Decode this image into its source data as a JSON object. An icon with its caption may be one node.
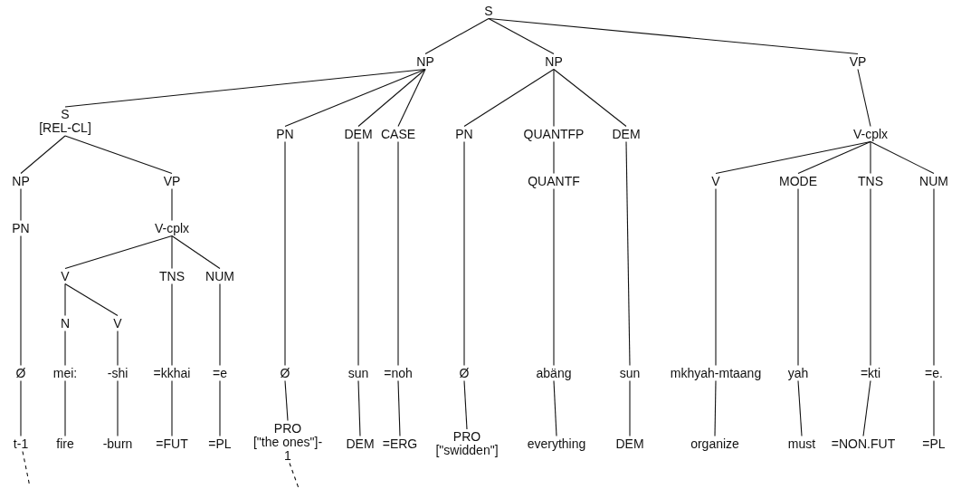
{
  "diagram": {
    "nodes": [
      {
        "text": [
          "S"
        ]
      },
      {
        "text": [
          "NP"
        ]
      },
      {
        "text": [
          "NP"
        ]
      },
      {
        "text": [
          "VP"
        ]
      },
      {
        "text": [
          "S",
          "[REL-CL]"
        ]
      },
      {
        "text": [
          "PN"
        ]
      },
      {
        "text": [
          "DEM"
        ]
      },
      {
        "text": [
          "CASE"
        ]
      },
      {
        "text": [
          "PN"
        ]
      },
      {
        "text": [
          "QUANTFP"
        ]
      },
      {
        "text": [
          "DEM"
        ]
      },
      {
        "text": [
          "V-cplx"
        ]
      },
      {
        "text": [
          "NP"
        ]
      },
      {
        "text": [
          "VP"
        ]
      },
      {
        "text": [
          "QUANTF"
        ]
      },
      {
        "text": [
          "V"
        ]
      },
      {
        "text": [
          "MODE"
        ]
      },
      {
        "text": [
          "TNS"
        ]
      },
      {
        "text": [
          "NUM"
        ]
      },
      {
        "text": [
          "PN"
        ]
      },
      {
        "text": [
          "V-cplx"
        ]
      },
      {
        "text": [
          "V"
        ]
      },
      {
        "text": [
          "TNS"
        ]
      },
      {
        "text": [
          "NUM"
        ]
      },
      {
        "text": [
          "N"
        ]
      },
      {
        "text": [
          "V"
        ]
      },
      {
        "text": [
          "Ø"
        ]
      },
      {
        "text": [
          "mei:"
        ]
      },
      {
        "text": [
          "-shi"
        ]
      },
      {
        "text": [
          "=kkhai"
        ]
      },
      {
        "text": [
          "=e"
        ]
      },
      {
        "text": [
          "Ø"
        ]
      },
      {
        "text": [
          "sun"
        ]
      },
      {
        "text": [
          "=noh"
        ]
      },
      {
        "text": [
          "Ø"
        ]
      },
      {
        "text": [
          "abäng"
        ]
      },
      {
        "text": [
          "sun"
        ]
      },
      {
        "text": [
          "mkhyah-mtaang"
        ]
      },
      {
        "text": [
          "yah"
        ]
      },
      {
        "text": [
          "=kti"
        ]
      },
      {
        "text": [
          "=e."
        ]
      },
      {
        "text": [
          "t-1"
        ]
      },
      {
        "text": [
          "fire"
        ]
      },
      {
        "text": [
          "-burn"
        ]
      },
      {
        "text": [
          "=FUT"
        ]
      },
      {
        "text": [
          "=PL"
        ]
      },
      {
        "text": [
          "PRO",
          "[\"the ones\"]-",
          "1"
        ]
      },
      {
        "text": [
          "DEM"
        ]
      },
      {
        "text": [
          "=ERG"
        ]
      },
      {
        "text": [
          "PRO",
          "[\"swidden\"]"
        ]
      },
      {
        "text": [
          "everything"
        ]
      },
      {
        "text": [
          "DEM"
        ]
      },
      {
        "text": [
          "organize"
        ]
      },
      {
        "text": [
          "must"
        ]
      },
      {
        "text": [
          "=NON.FUT"
        ]
      },
      {
        "text": [
          "=PL"
        ]
      }
    ],
    "edges": [
      {
        "from": 0,
        "to": 1,
        "arrow": "none"
      },
      {
        "from": 0,
        "to": 2,
        "arrow": "none"
      },
      {
        "from": 0,
        "to": 3,
        "arrow": "none"
      },
      {
        "from": 1,
        "to": 4,
        "arrow": "none"
      },
      {
        "from": 1,
        "to": 5,
        "arrow": "none"
      },
      {
        "from": 1,
        "to": 6,
        "arrow": "none"
      },
      {
        "from": 1,
        "to": 7,
        "arrow": "none"
      },
      {
        "from": 2,
        "to": 8,
        "arrow": "none"
      },
      {
        "from": 2,
        "to": 9,
        "arrow": "none"
      },
      {
        "from": 2,
        "to": 10,
        "arrow": "none"
      },
      {
        "from": 3,
        "to": 11,
        "arrow": "none"
      },
      {
        "from": 4,
        "to": 12,
        "arrow": "none"
      },
      {
        "from": 4,
        "to": 13,
        "arrow": "none"
      },
      {
        "from": 5,
        "to": 31,
        "arrow": "none"
      },
      {
        "from": 6,
        "to": 32,
        "arrow": "none"
      },
      {
        "from": 7,
        "to": 33,
        "arrow": "none"
      },
      {
        "from": 8,
        "to": 34,
        "arrow": "none"
      },
      {
        "from": 9,
        "to": 14,
        "arrow": "none"
      },
      {
        "from": 14,
        "to": 35,
        "arrow": "none"
      },
      {
        "from": 10,
        "to": 36,
        "arrow": "none"
      },
      {
        "from": 11,
        "to": 15,
        "arrow": "none"
      },
      {
        "from": 11,
        "to": 16,
        "arrow": "none"
      },
      {
        "from": 11,
        "to": 17,
        "arrow": "none"
      },
      {
        "from": 11,
        "to": 18,
        "arrow": "none"
      },
      {
        "from": 15,
        "to": 37,
        "arrow": "none"
      },
      {
        "from": 16,
        "to": 38,
        "arrow": "none"
      },
      {
        "from": 17,
        "to": 39,
        "arrow": "none"
      },
      {
        "from": 18,
        "to": 40,
        "arrow": "none"
      },
      {
        "from": 12,
        "to": 19,
        "arrow": "none"
      },
      {
        "from": 19,
        "to": 26,
        "arrow": "none"
      },
      {
        "from": 13,
        "to": 20,
        "arrow": "none"
      },
      {
        "from": 20,
        "to": 21,
        "arrow": "none"
      },
      {
        "from": 20,
        "to": 22,
        "arrow": "none"
      },
      {
        "from": 20,
        "to": 23,
        "arrow": "none"
      },
      {
        "from": 21,
        "to": 24,
        "arrow": "none"
      },
      {
        "from": 21,
        "to": 25,
        "arrow": "none"
      },
      {
        "from": 24,
        "to": 27,
        "arrow": "none"
      },
      {
        "from": 25,
        "to": 28,
        "arrow": "none"
      },
      {
        "from": 22,
        "to": 29,
        "arrow": "none"
      },
      {
        "from": 23,
        "to": 30,
        "arrow": "none"
      },
      {
        "from": 26,
        "to": 41,
        "arrow": "none"
      },
      {
        "from": 27,
        "to": 42,
        "arrow": "none"
      },
      {
        "from": 28,
        "to": 43,
        "arrow": "none"
      },
      {
        "from": 29,
        "to": 44,
        "arrow": "none"
      },
      {
        "from": 30,
        "to": 45,
        "arrow": "none"
      },
      {
        "from": 31,
        "to": 46,
        "arrow": "none"
      },
      {
        "from": 32,
        "to": 47,
        "arrow": "none"
      },
      {
        "from": 33,
        "to": 48,
        "arrow": "none"
      },
      {
        "from": 34,
        "to": 49,
        "arrow": "none"
      },
      {
        "from": 35,
        "to": 50,
        "arrow": "none"
      },
      {
        "from": 36,
        "to": 51,
        "arrow": "none"
      },
      {
        "from": 37,
        "to": 52,
        "arrow": "none"
      },
      {
        "from": 38,
        "to": 53,
        "arrow": "none"
      },
      {
        "from": 39,
        "to": 54,
        "arrow": "none"
      },
      {
        "from": 40,
        "to": 55,
        "arrow": "none"
      },
      {
        "from": 41,
        "to": null,
        "arrow": "none",
        "style": "dashed"
      },
      {
        "from": 46,
        "to": null,
        "arrow": "none",
        "style": "dashed"
      }
    ]
  }
}
